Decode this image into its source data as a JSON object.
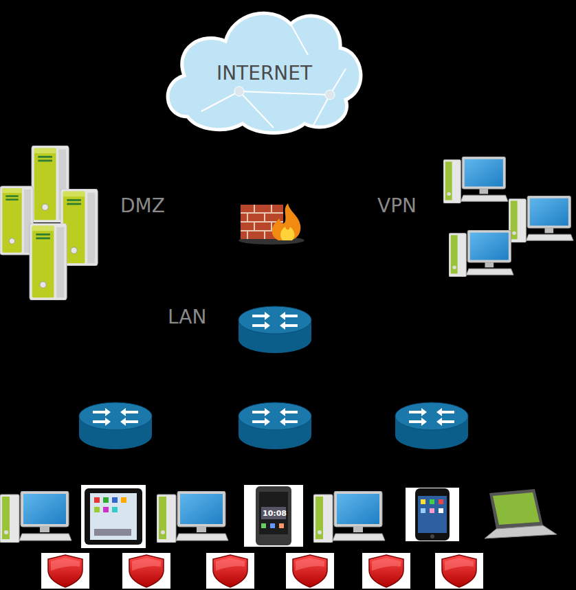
{
  "diagram": {
    "nodes": [
      {
        "text": [
          "INTERNET"
        ]
      }
    ],
    "labels": [
      "DMZ",
      "VPN",
      "LAN",
      "10:08"
    ]
  }
}
